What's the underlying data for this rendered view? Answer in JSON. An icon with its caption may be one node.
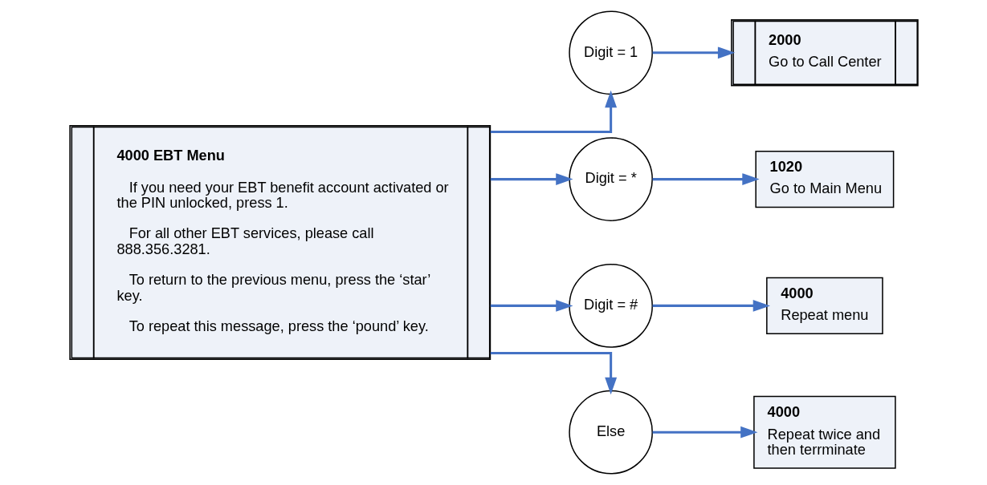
{
  "diagram": {
    "nodes": [
      {
        "text": [
          "4000 EBT Menu",
          "If you need your EBT benefit account activated or the PIN unlocked, press 1.",
          "For all other EBT services, please call 888.356.3281.",
          "To return to the previous menu, press the ‘star’ key.",
          "To repeat this message, press the ‘pound’ key."
        ]
      },
      {
        "text": [
          "Digit = 1"
        ]
      },
      {
        "text": [
          "2000",
          "Go to Call Center"
        ]
      },
      {
        "text": [
          "Digit = *"
        ]
      },
      {
        "text": [
          "1020",
          "Go to Main Menu"
        ]
      },
      {
        "text": [
          "Digit = #"
        ]
      },
      {
        "text": [
          "4000",
          "Repeat menu"
        ]
      },
      {
        "text": [
          "Else"
        ]
      },
      {
        "text": [
          "4000",
          "Repeat twice and then terrminate"
        ]
      }
    ],
    "edges": [
      {
        "from": 0,
        "to": 1,
        "arrow": "to"
      },
      {
        "from": 1,
        "to": 2,
        "arrow": "to"
      },
      {
        "from": 0,
        "to": 3,
        "arrow": "to"
      },
      {
        "from": 3,
        "to": 4,
        "arrow": "to"
      },
      {
        "from": 0,
        "to": 5,
        "arrow": "to"
      },
      {
        "from": 5,
        "to": 6,
        "arrow": "to"
      },
      {
        "from": 0,
        "to": 7,
        "arrow": "to"
      },
      {
        "from": 7,
        "to": 8,
        "arrow": "to"
      }
    ]
  }
}
